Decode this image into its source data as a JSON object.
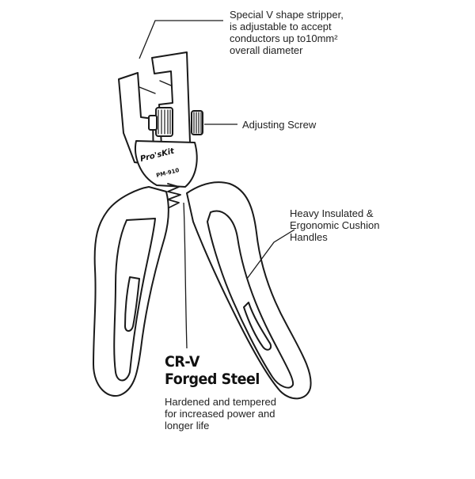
{
  "callouts": {
    "stripper": {
      "line1": "Special V shape stripper,",
      "line2": "is adjustable to accept",
      "line3": "conductors up to10mm²",
      "line4": "overall diameter"
    },
    "screw": {
      "label": "Adjusting Screw"
    },
    "handles": {
      "line1": "Heavy Insulated &",
      "line2": "Ergonomic Cushion",
      "line3": "Handles"
    }
  },
  "material": {
    "title_line1": "CR-V",
    "title_line2": "Forged Steel",
    "desc_line1": "Hardened and tempered",
    "desc_line2": "for increased power and",
    "desc_line3": "longer life"
  },
  "tool_markings": {
    "brand": "Pro'sKit",
    "model": "PM-910"
  }
}
